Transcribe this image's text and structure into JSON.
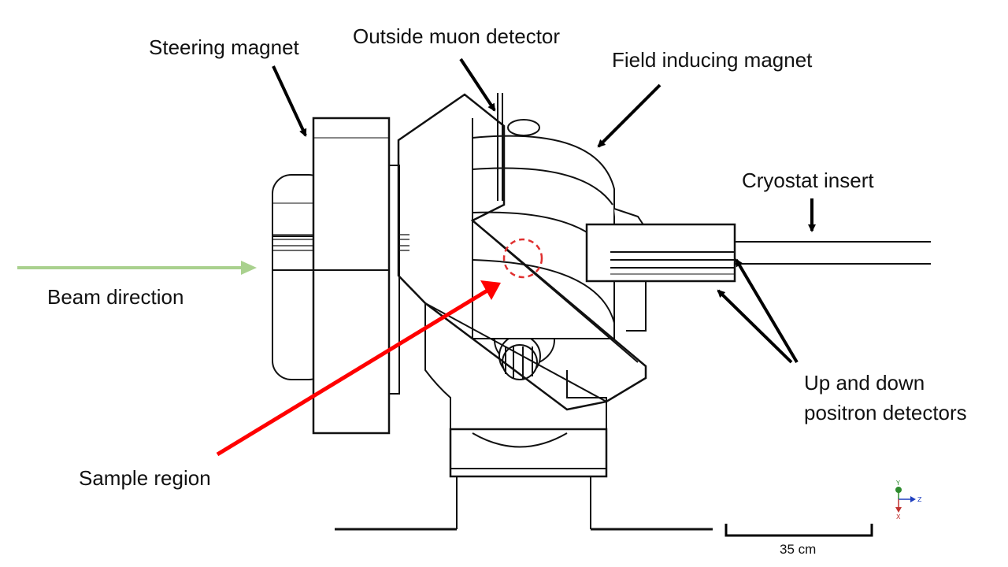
{
  "labels": {
    "steering_magnet": "Steering magnet",
    "outside_muon_detector": "Outside muon detector",
    "field_inducing_magnet": "Field inducing magnet",
    "cryostat_insert": "Cryostat insert",
    "beam_direction": "Beam direction",
    "up_down_detectors_line1": "Up and down",
    "up_down_detectors_line2": "positron detectors",
    "sample_region": "Sample region"
  },
  "scale_bar": {
    "label": "35 cm"
  },
  "axes": {
    "y": "Y",
    "z": "Z",
    "x": "X"
  },
  "colors": {
    "beam_arrow": "#a9d18e",
    "sample_arrow": "#ff0000",
    "sample_circle": "#e03030",
    "arrows": "#000000",
    "y_axis": "#2e8b2e",
    "z_axis": "#1f3fbf",
    "x_axis": "#c0302e"
  }
}
